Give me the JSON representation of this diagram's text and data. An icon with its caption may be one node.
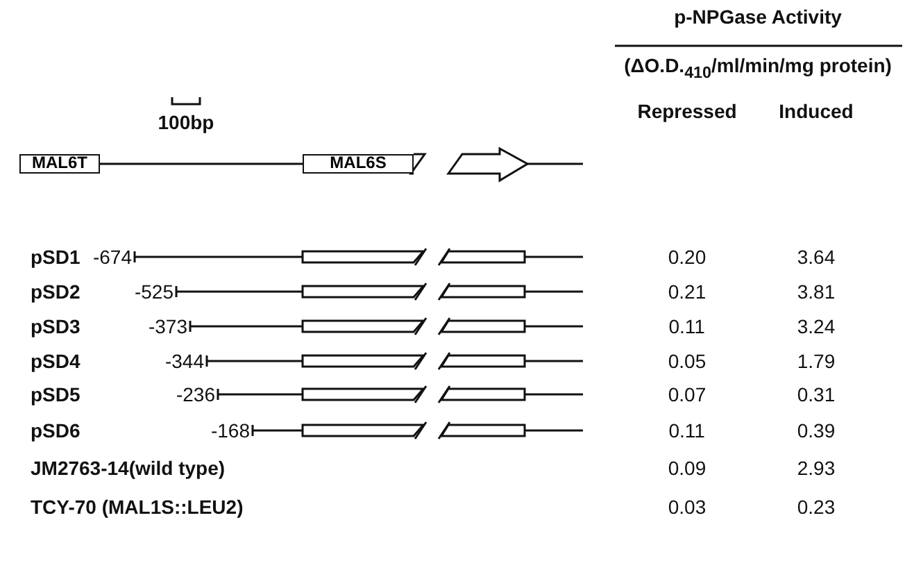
{
  "diagram": {
    "nodes": [
      {
        "text": [
          "MAL6T"
        ]
      },
      {
        "text": [
          "MAL6S"
        ]
      }
    ],
    "edges": [
      {
        "from": 0,
        "to": 1,
        "arrow": "none"
      }
    ],
    "labels": [
      "p-NPGase Activity",
      "(ΔO.D.$_{410}$/ml/min/mg protein)",
      "100bp",
      "Repressed",
      "Induced",
      "pSD1",
      "-674",
      "0.20",
      "3.64",
      "pSD2",
      "-525",
      "0.21",
      "3.81",
      "pSD3",
      "-373",
      "0.11",
      "3.24",
      "pSD4",
      "-344",
      "0.05",
      "1.79",
      "pSD5",
      "-236",
      "0.07",
      "0.31",
      "pSD6",
      "-168",
      "0.11",
      "0.39",
      "JM2763-14(wild type)",
      "0.09",
      "2.93",
      "TCY-70 (MAL1S::LEU2)",
      "0.03",
      "0.23"
    ]
  }
}
